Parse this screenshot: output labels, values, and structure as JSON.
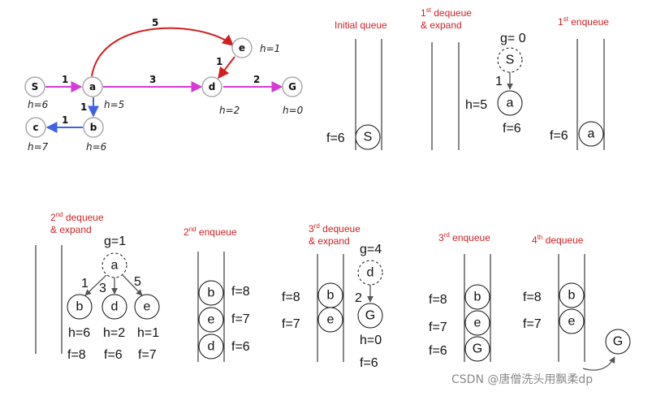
{
  "graph": {
    "nodes": {
      "S": {
        "label": "S",
        "h": "h=6"
      },
      "a": {
        "label": "a",
        "h": "h=5"
      },
      "b": {
        "label": "b",
        "h": "h=6"
      },
      "c": {
        "label": "c",
        "h": "h=7"
      },
      "d": {
        "label": "d",
        "h": "h=2"
      },
      "e": {
        "label": "e",
        "h": "h=1"
      },
      "G": {
        "label": "G",
        "h": "h=0"
      }
    },
    "edges": {
      "S_a": "1",
      "a_d": "3",
      "d_G": "2",
      "a_b": "1",
      "b_c": "1",
      "a_e": "5",
      "e_d": "1"
    }
  },
  "steps": {
    "initial_queue": {
      "title": "Initial queue",
      "f": "f=6",
      "node": "S"
    },
    "dequeue1": {
      "ordinal": "1",
      "sup": "st",
      "title_rest": " dequeue",
      "title_line2": "& expand",
      "g": "g= 0",
      "parent": "S",
      "edge": "1",
      "h": "h=5",
      "child": "a",
      "f": "f=6"
    },
    "enqueue1": {
      "ordinal": "1",
      "sup": "st",
      "title_rest": " enqueue",
      "f": "f=6",
      "node": "a"
    },
    "dequeue2": {
      "ordinal": "2",
      "sup": "nd",
      "title_rest": " dequeue",
      "title_line2": "& expand",
      "g": "g=1",
      "parent": "a",
      "children": [
        {
          "edge": "1",
          "node": "b",
          "h": "h=6",
          "f": "f=8"
        },
        {
          "edge": "3",
          "node": "d",
          "h": "h=2",
          "f": "f=6"
        },
        {
          "edge": "5",
          "node": "e",
          "h": "h=1",
          "f": "f=7"
        }
      ]
    },
    "enqueue2": {
      "ordinal": "2",
      "sup": "nd",
      "title_rest": " enqueue",
      "items": [
        {
          "node": "b",
          "f": "f=8"
        },
        {
          "node": "e",
          "f": "f=7"
        },
        {
          "node": "d",
          "f": "f=6"
        }
      ]
    },
    "dequeue3": {
      "ordinal": "3",
      "sup": "rd",
      "title_rest": " dequeue",
      "title_line2": "& expand",
      "items": [
        {
          "node": "b",
          "f": "f=8"
        },
        {
          "node": "e",
          "f": "f=7"
        }
      ],
      "g": "g=4",
      "parent": "d",
      "edge": "2",
      "child": "G",
      "h": "h=0",
      "f": "f=6"
    },
    "enqueue3": {
      "ordinal": "3",
      "sup": "rd",
      "title_rest": " enqueue",
      "items": [
        {
          "node": "b",
          "f": "f=8"
        },
        {
          "node": "e",
          "f": "f=7"
        },
        {
          "node": "G",
          "f": "f=6"
        }
      ]
    },
    "dequeue4": {
      "ordinal": "4",
      "sup": "th",
      "title_rest": " dequeue",
      "items": [
        {
          "node": "b",
          "f": "f=8"
        },
        {
          "node": "e",
          "f": "f=7"
        }
      ],
      "out": "G"
    }
  },
  "watermark": "CSDN @唐僧洗头用飘柔dp",
  "colors": {
    "magenta": "#d63ad6",
    "blue": "#3f62e6",
    "red": "#d21f1f"
  }
}
